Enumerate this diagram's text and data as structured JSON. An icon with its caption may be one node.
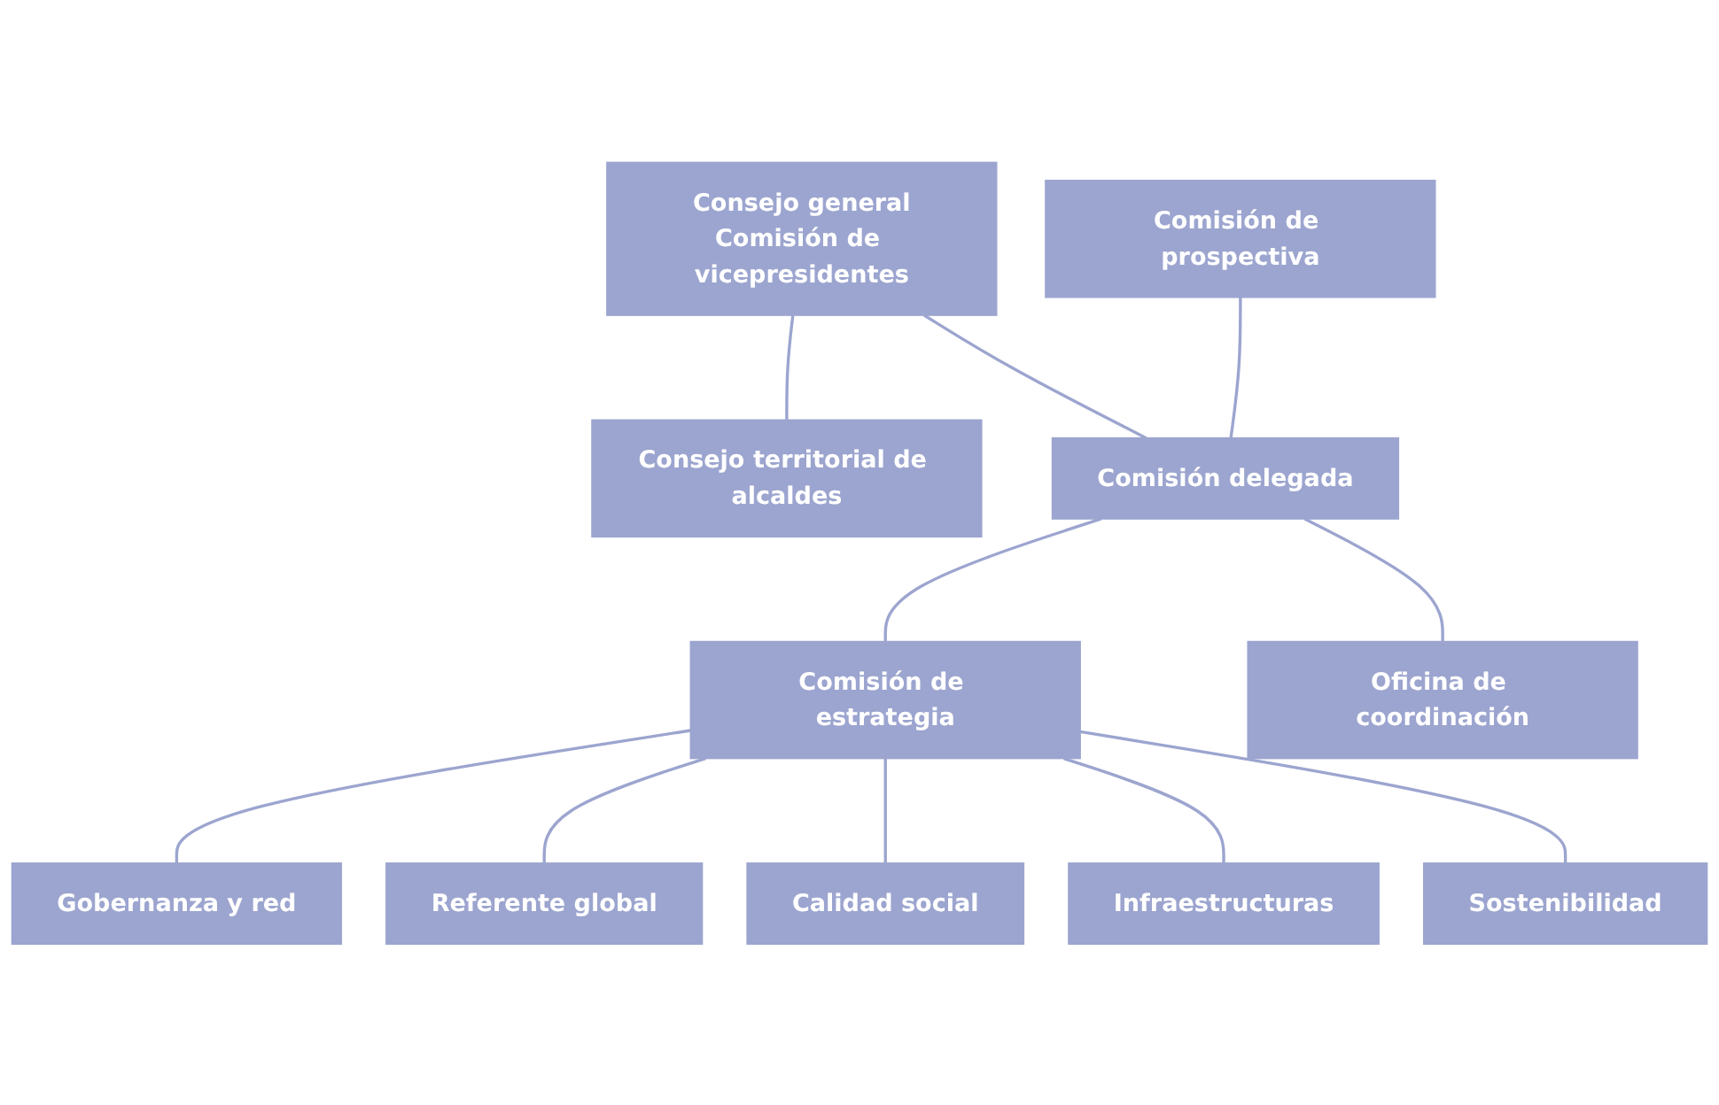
{
  "diagram": {
    "nodes": [
      {
        "text": [
          "Consejo general",
          "Comisión de vicepresidentes"
        ]
      },
      {
        "text": [
          "Consejo territorial de alcaldes"
        ]
      },
      {
        "text": [
          "Comisión de prospectiva"
        ]
      },
      {
        "text": [
          "Comisión delegada"
        ]
      },
      {
        "text": [
          "Comisión de estrategia"
        ]
      },
      {
        "text": [
          "Oficina de coordinación"
        ]
      },
      {
        "text": [
          "Gobernanza y red"
        ]
      },
      {
        "text": [
          "Referente global"
        ]
      },
      {
        "text": [
          "Calidad social"
        ]
      },
      {
        "text": [
          "Infraestructuras"
        ]
      },
      {
        "text": [
          "Sostenibilidad"
        ]
      }
    ],
    "edges": [
      {
        "from": 0,
        "to": 1,
        "arrow": "none"
      },
      {
        "from": 0,
        "to": 3,
        "arrow": "none"
      },
      {
        "from": 2,
        "to": 3,
        "arrow": "none"
      },
      {
        "from": 3,
        "to": 4,
        "arrow": "none"
      },
      {
        "from": 3,
        "to": 5,
        "arrow": "none"
      },
      {
        "from": 4,
        "to": 6,
        "arrow": "none"
      },
      {
        "from": 4,
        "to": 7,
        "arrow": "none"
      },
      {
        "from": 4,
        "to": 8,
        "arrow": "none"
      },
      {
        "from": 4,
        "to": 9,
        "arrow": "none"
      },
      {
        "from": 4,
        "to": 10,
        "arrow": "none"
      }
    ]
  }
}
